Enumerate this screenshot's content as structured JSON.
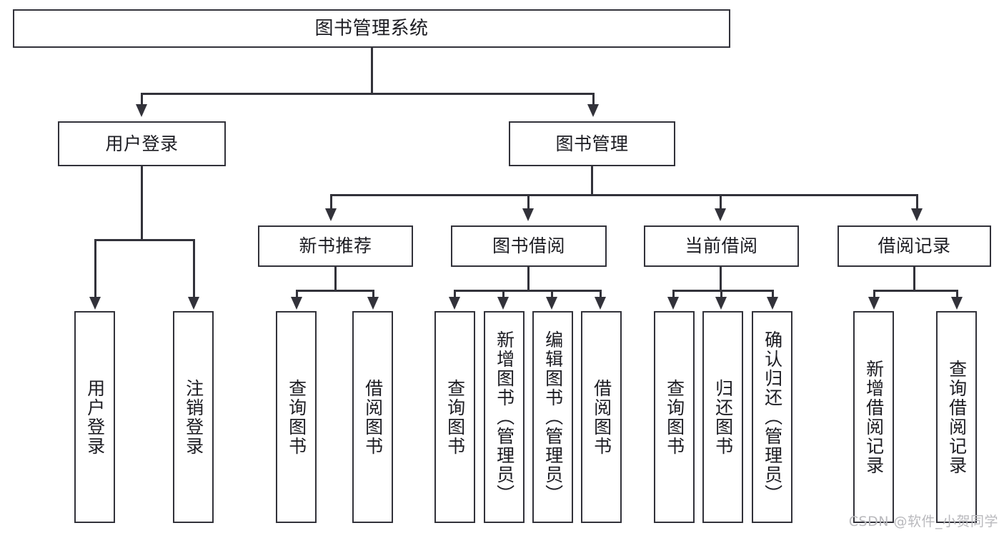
{
  "diagram": {
    "type": "tree-hierarchy",
    "root": {
      "id": "root",
      "label": "图书管理系统"
    },
    "level2": [
      {
        "id": "user-login",
        "label": "用户登录"
      },
      {
        "id": "book-management",
        "label": "图书管理"
      }
    ],
    "level3": [
      {
        "id": "new-book-recommend",
        "label": "新书推荐"
      },
      {
        "id": "book-borrow",
        "label": "图书借阅"
      },
      {
        "id": "current-borrow",
        "label": "当前借阅"
      },
      {
        "id": "borrow-record",
        "label": "借阅记录"
      }
    ],
    "leaves": {
      "user_login": [
        {
          "id": "leaf-user-login",
          "label": "用户登录"
        },
        {
          "id": "leaf-logout",
          "label": "注销登录"
        }
      ],
      "new_book_recommend": [
        {
          "id": "leaf-query-book-1",
          "label": "查询图书"
        },
        {
          "id": "leaf-borrow-book-1",
          "label": "借阅图书"
        }
      ],
      "book_borrow": [
        {
          "id": "leaf-query-book-2",
          "label": "查询图书"
        },
        {
          "id": "leaf-add-book",
          "label": "新增图书（管理员）"
        },
        {
          "id": "leaf-edit-book",
          "label": "编辑图书（管理员）"
        },
        {
          "id": "leaf-borrow-book-2",
          "label": "借阅图书"
        }
      ],
      "current_borrow": [
        {
          "id": "leaf-query-book-3",
          "label": "查询图书"
        },
        {
          "id": "leaf-return-book",
          "label": "归还图书"
        },
        {
          "id": "leaf-confirm-return",
          "label": "确认归还（管理员）"
        }
      ],
      "borrow_record": [
        {
          "id": "leaf-add-record",
          "label": "新增借阅记录"
        },
        {
          "id": "leaf-query-record",
          "label": "查询借阅记录"
        }
      ]
    }
  },
  "watermark": {
    "text": "CSDN @软件_小贺同学"
  },
  "colors": {
    "stroke": "#32323a",
    "background": "#ffffff",
    "text": "#1c1c22",
    "watermark": "#b9b9bd"
  }
}
